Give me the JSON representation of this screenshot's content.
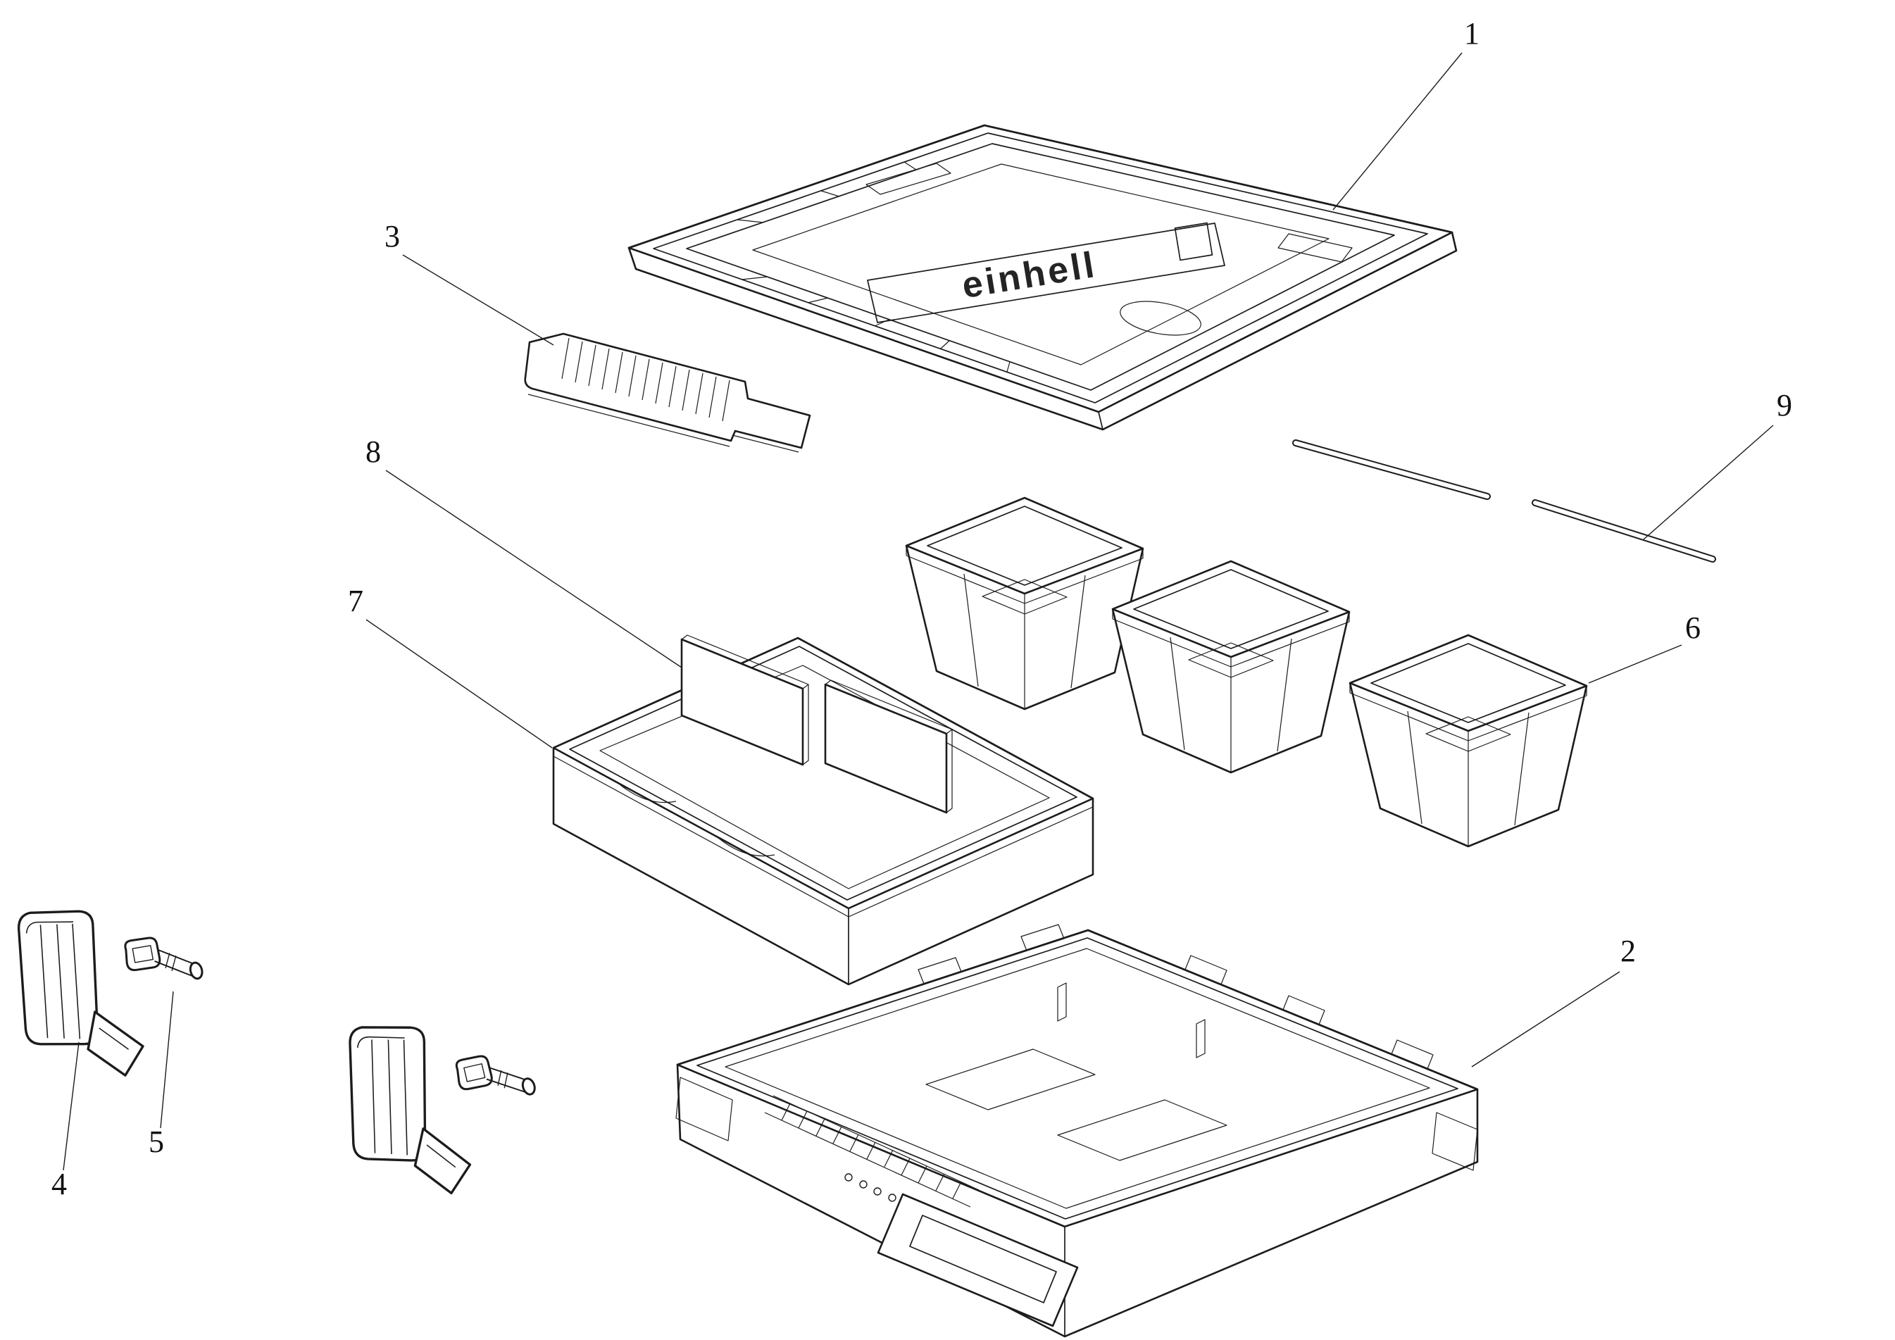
{
  "colors": {
    "line": "#1c1c1c",
    "background": "#ffffff"
  },
  "lid": {
    "logo_text": "einhell"
  },
  "callouts": [
    "1",
    "2",
    "3",
    "4",
    "5",
    "6",
    "7",
    "8",
    "9"
  ]
}
